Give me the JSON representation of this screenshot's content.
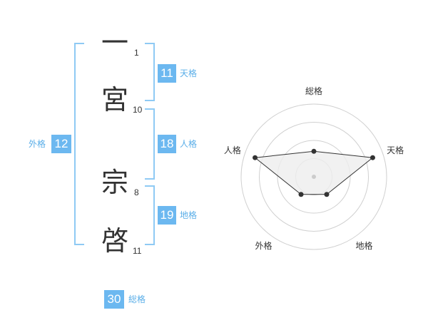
{
  "name": {
    "characters": [
      {
        "char": "一",
        "strokes": "1"
      },
      {
        "char": "宮",
        "strokes": "10"
      },
      {
        "char": "宗",
        "strokes": "8"
      },
      {
        "char": "啓",
        "strokes": "11"
      }
    ]
  },
  "kakusu": {
    "tenkaku": {
      "value": "11",
      "label": "天格"
    },
    "jinkaku": {
      "value": "18",
      "label": "人格"
    },
    "chikaku": {
      "value": "19",
      "label": "地格"
    },
    "gaikaku": {
      "value": "12",
      "label": "外格"
    },
    "soukaku": {
      "value": "30",
      "label": "総格"
    }
  },
  "radar": {
    "axes": [
      "総格",
      "天格",
      "地格",
      "外格",
      "人格"
    ],
    "values": [
      0.35,
      0.85,
      0.3,
      0.3,
      0.85
    ],
    "colors": {
      "ring": "#d0d0d0",
      "fill": "#eeeeee",
      "line": "#333333",
      "center": "#cccccc"
    }
  },
  "colors": {
    "accent": "#6cb8f0",
    "bracket": "#8fcaf4"
  }
}
